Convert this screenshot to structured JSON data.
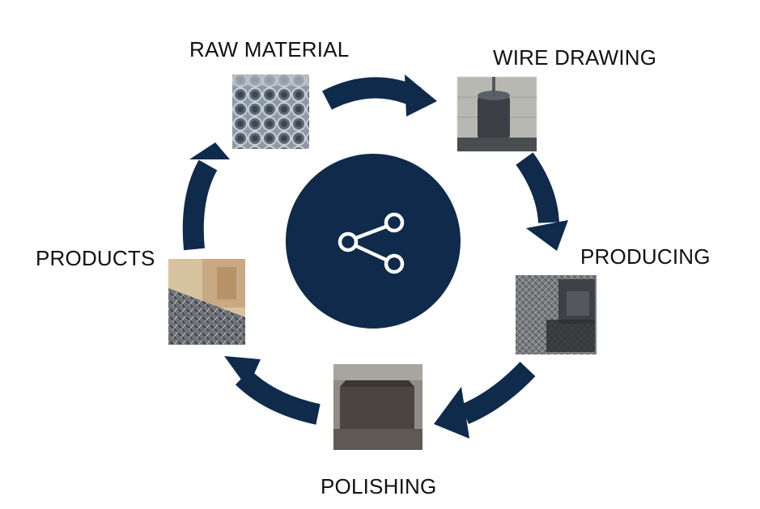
{
  "colors": {
    "primary": "#0f2a4a",
    "background": "#ffffff",
    "text": "#111111"
  },
  "center": {
    "icon": "share-icon"
  },
  "steps": [
    {
      "label": "RAW MATERIAL",
      "photo": "steel-wire-rod-coils"
    },
    {
      "label": "WIRE DRAWING",
      "photo": "wire-drawing-machine"
    },
    {
      "label": "PRODUCING",
      "photo": "nail-making-machines"
    },
    {
      "label": "POLISHING",
      "photo": "polishing-drum"
    },
    {
      "label": "PRODUCTS",
      "photo": "finished-nails-and-cartons"
    }
  ]
}
